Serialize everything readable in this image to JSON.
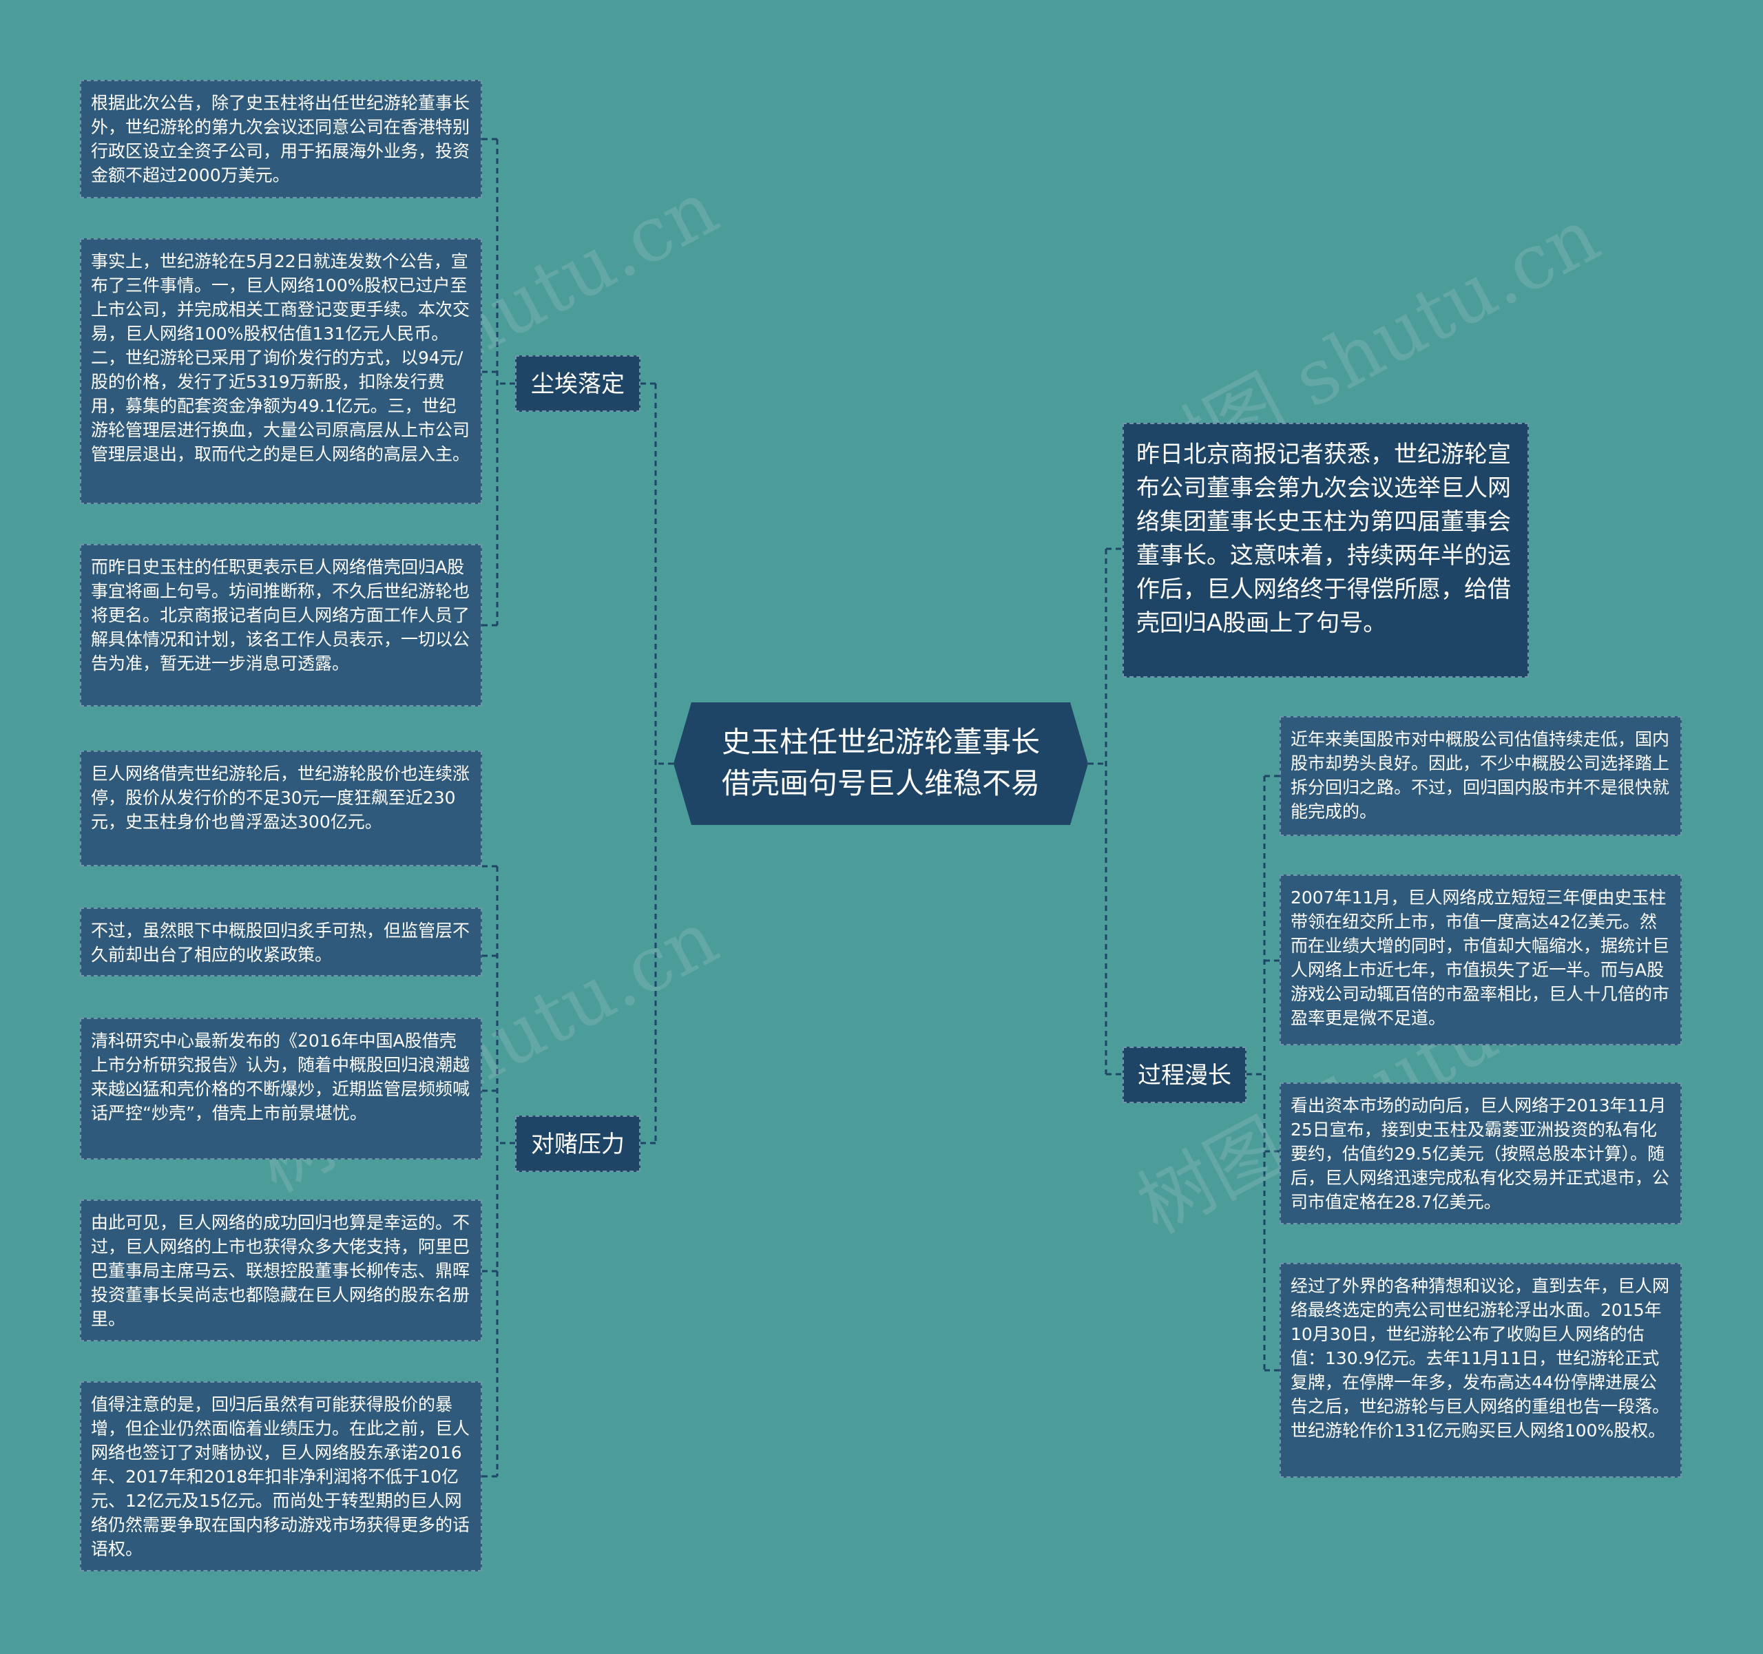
{
  "root": {
    "title_line1": "史玉柱任世纪游轮董事长",
    "title_line2": "借壳画句号巨人维稳不易"
  },
  "left": {
    "branch1": {
      "label": "尘埃落定",
      "items": [
        "根据此次公告，除了史玉柱将出任世纪游轮董事长外，世纪游轮的第九次会议还同意公司在香港特别行政区设立全资子公司，用于拓展海外业务，投资金额不超过2000万美元。",
        "事实上，世纪游轮在5月22日就连发数个公告，宣布了三件事情。一，巨人网络100%股权已过户至上市公司，并完成相关工商登记变更手续。本次交易，巨人网络100%股权估值131亿元人民币。二，世纪游轮已采用了询价发行的方式，以94元/股的价格，发行了近5319万新股，扣除发行费用，募集的配套资金净额为49.1亿元。三，世纪游轮管理层进行换血，大量公司原高层从上市公司管理层退出，取而代之的是巨人网络的高层入主。",
        "而昨日史玉柱的任职更表示巨人网络借壳回归A股事宜将画上句号。坊间推断称，不久后世纪游轮也将更名。北京商报记者向巨人网络方面工作人员了解具体情况和计划，该名工作人员表示，一切以公告为准，暂无进一步消息可透露。"
      ]
    },
    "branch2": {
      "label": "对赌压力",
      "items": [
        "巨人网络借壳世纪游轮后，世纪游轮股价也连续涨停，股价从发行价的不足30元一度狂飙至近230元，史玉柱身价也曾浮盈达300亿元。",
        "不过，虽然眼下中概股回归炙手可热，但监管层不久前却出台了相应的收紧政策。",
        "清科研究中心最新发布的《2016年中国A股借壳上市分析研究报告》认为，随着中概股回归浪潮越来越凶猛和壳价格的不断爆炒，近期监管层频频喊话严控“炒壳”，借壳上市前景堪忧。",
        "由此可见，巨人网络的成功回归也算是幸运的。不过，巨人网络的上市也获得众多大佬支持，阿里巴巴董事局主席马云、联想控股董事长柳传志、鼎晖投资董事长吴尚志也都隐藏在巨人网络的股东名册里。",
        "值得注意的是，回归后虽然有可能获得股价的暴增，但企业仍然面临着业绩压力。在此之前，巨人网络也签订了对赌协议，巨人网络股东承诺2016年、2017年和2018年扣非净利润将不低于10亿元、12亿元及15亿元。而尚处于转型期的巨人网络仍然需要争取在国内移动游戏市场获得更多的话语权。"
      ]
    }
  },
  "right": {
    "lead": "昨日北京商报记者获悉，世纪游轮宣布公司董事会第九次会议选举巨人网络集团董事长史玉柱为第四届董事会董事长。这意味着，持续两年半的运作后，巨人网络终于得偿所愿，给借壳回归A股画上了句号。",
    "branch": {
      "label": "过程漫长",
      "items": [
        "近年来美国股市对中概股公司估值持续走低，国内股市却势头良好。因此，不少中概股公司选择踏上拆分回归之路。不过，回归国内股市并不是很快就能完成的。",
        "2007年11月，巨人网络成立短短三年便由史玉柱带领在纽交所上市，市值一度高达42亿美元。然而在业绩大增的同时，市值却大幅缩水，据统计巨人网络上市近七年，市值损失了近一半。而与A股游戏公司动辄百倍的市盈率相比，巨人十几倍的市盈率更是微不足道。",
        "看出资本市场的动向后，巨人网络于2013年11月25日宣布，接到史玉柱及霸菱亚洲投资的私有化要约，估值约29.5亿美元（按照总股本计算）。随后，巨人网络迅速完成私有化交易并正式退市，公司市值定格在28.7亿美元。",
        "经过了外界的各种猜想和议论，直到去年，巨人网络最终选定的壳公司世纪游轮浮出水面。2015年10月30日，世纪游轮公布了收购巨人网络的估值：130.9亿元。去年11月11日，世纪游轮正式复牌，在停牌一年多，发布高达44份停牌进展公告之后，世纪游轮与巨人网络的重组也告一段落。世纪游轮作价131亿元购买巨人网络100%股权。"
      ]
    }
  },
  "watermark": [
    "树图 shutu.cn",
    "树图 shutu.cn",
    "树图 shutu.cn",
    "树图 shutu.cn"
  ],
  "colors": {
    "background": "#4c9c9a",
    "node_fill": "#2f5a7b",
    "branch_fill": "#1e4466",
    "dashed_border": "#6f97ab",
    "connector": "#1e4466"
  }
}
